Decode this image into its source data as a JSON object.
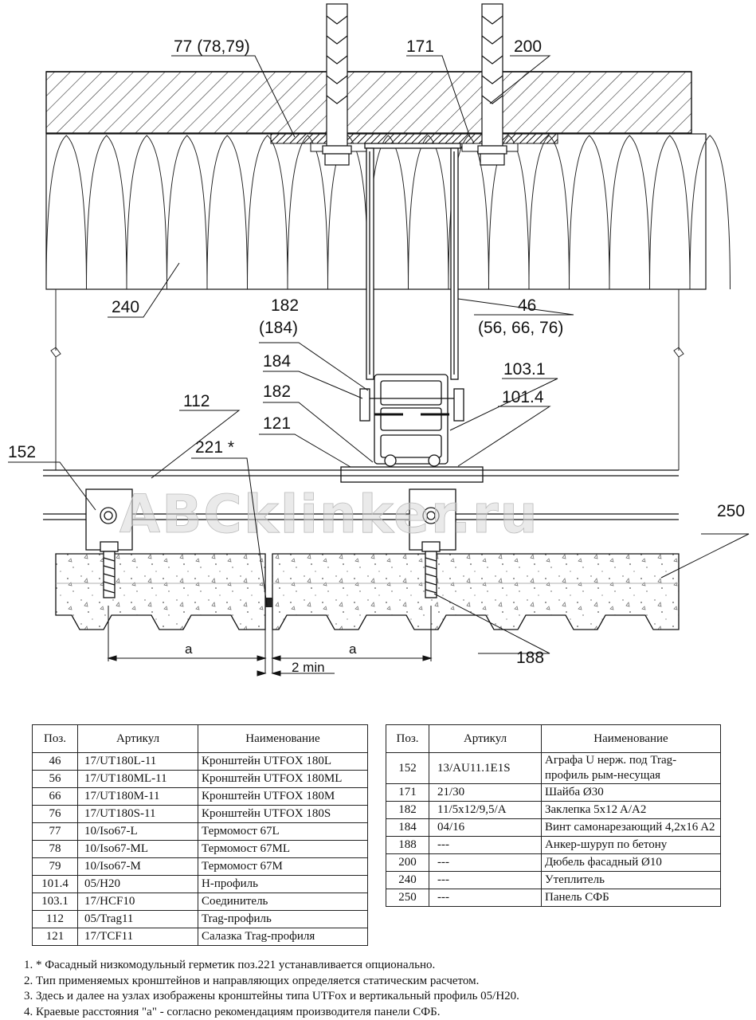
{
  "drawing": {
    "labels": {
      "p77": "77 (78,79)",
      "p171": "171",
      "p200": "200",
      "p240": "240",
      "p182a": "182",
      "p182a_alt": "(184)",
      "p46": "46",
      "p46_alt": "(56, 66, 76)",
      "p184": "184",
      "p103": "103.1",
      "p182b": "182",
      "p101": "101.4",
      "p121": "121",
      "p112": "112",
      "p221": "221 *",
      "p152": "152",
      "p250": "250",
      "p188": "188",
      "dim_a1": "a",
      "dim_a2": "a",
      "dim_2min": "2 min"
    },
    "watermark": "ABCklinker.ru"
  },
  "table_left": {
    "headers": [
      "Поз.",
      "Артикул",
      "Наименование"
    ],
    "rows": [
      [
        "46",
        "17/UT180L-11",
        "Кронштейн UTFOX 180L"
      ],
      [
        "56",
        "17/UT180ML-11",
        "Кронштейн UTFOX 180ML"
      ],
      [
        "66",
        "17/UT180M-11",
        "Кронштейн UTFOX 180M"
      ],
      [
        "76",
        "17/UT180S-11",
        "Кронштейн UTFOX 180S"
      ],
      [
        "77",
        "10/Iso67-L",
        "Термомост 67L"
      ],
      [
        "78",
        "10/Iso67-ML",
        "Термомост 67ML"
      ],
      [
        "79",
        "10/Iso67-M",
        "Термомост 67M"
      ],
      [
        "101.4",
        "05/H20",
        "Н-профиль"
      ],
      [
        "103.1",
        "17/HCF10",
        "Соединитель"
      ],
      [
        "112",
        "05/Trag11",
        "Trag-профиль"
      ],
      [
        "121",
        "17/TCF11",
        "Салазка Trag-профиля"
      ]
    ]
  },
  "table_right": {
    "headers": [
      "Поз.",
      "Артикул",
      "Наименование"
    ],
    "rows": [
      [
        "152",
        "13/AU11.1E1S",
        "Аграфа U нерж. под Trag-профиль рым-несущая"
      ],
      [
        "171",
        "21/30",
        "Шайба Ø30"
      ],
      [
        "182",
        "11/5x12/9,5/A",
        "Заклепка 5x12 A/A2"
      ],
      [
        "184",
        "04/16",
        "Винт самонарезающий 4,2x16 A2"
      ],
      [
        "188",
        "---",
        "Анкер-шуруп по бетону"
      ],
      [
        "200",
        "---",
        "Дюбель фасадный Ø10"
      ],
      [
        "240",
        "---",
        "Утеплитель"
      ],
      [
        "250",
        "---",
        "Панель СФБ"
      ]
    ]
  },
  "notes": [
    "1. * Фасадный низкомодульный герметик поз.221 устанавливается опционально.",
    "2. Тип применяемых кронштейнов и направляющих определяется статическим расчетом.",
    "3. Здесь и далее на узлах изображены кронштейны типа UTFox и вертикальный профиль 05/H20.",
    "4. Краевые расстояния \"а\" - согласно рекомендациям производителя панели СФБ."
  ]
}
